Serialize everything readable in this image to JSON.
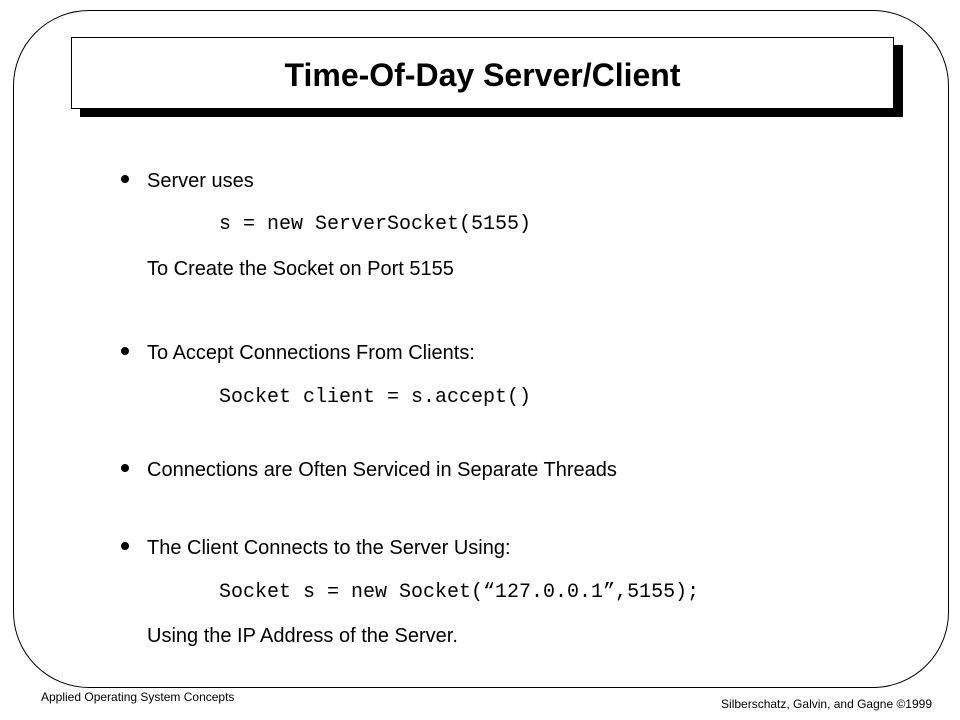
{
  "slide": {
    "title": "Time-Of-Day Server/Client",
    "bullets": [
      {
        "text": "Server uses",
        "code": "s = new ServerSocket(5155)",
        "note": "To Create the Socket on Port 5155"
      },
      {
        "text": "To Accept Connections From Clients:",
        "code": "Socket client = s.accept()"
      },
      {
        "text": "Connections are Often Serviced in Separate Threads"
      },
      {
        "text": "The Client Connects to the Server Using:",
        "code": "Socket s = new Socket(“127.0.0.1”,5155);",
        "note": "Using the IP Address of the Server."
      }
    ]
  },
  "footer": {
    "left": "Applied Operating System Concepts",
    "right": "Silberschatz, Galvin, and Gagne ©1999"
  }
}
